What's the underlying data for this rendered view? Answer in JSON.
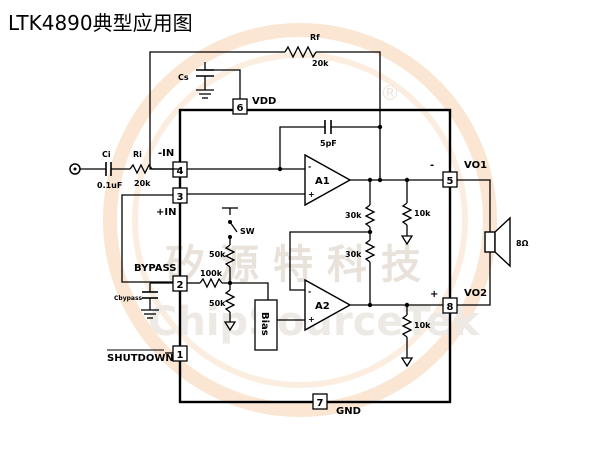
{
  "title": "LTK4890典型应用图",
  "watermark": {
    "cn": "矽源特科技",
    "en": "ChipSourceTek",
    "reg": "®",
    "color": "#f5d9bf"
  },
  "pins": {
    "p1": "1",
    "p2": "2",
    "p3": "3",
    "p4": "4",
    "p5": "5",
    "p6": "6",
    "p7": "7",
    "p8": "8"
  },
  "pin_labels": {
    "vdd": "VDD",
    "neg_in": "-IN",
    "pos_in": "+IN",
    "bypass": "BYPASS",
    "shutdown": "SHUTDOWN",
    "gnd": "GND",
    "vo1": "VO1",
    "vo2": "VO2"
  },
  "components": {
    "rf_label": "Rf",
    "rf_value": "20k",
    "cs_label": "Cs",
    "c5p": "5pF",
    "ci_label": "Ci",
    "ci_value": "0.1uF",
    "ri_label": "Ri",
    "ri_value": "20k",
    "r30k_top": "30k",
    "r30k_bot": "30k",
    "r10k_top": "10k",
    "r10k_bot": "10k",
    "sw": "SW",
    "r50k_top": "50k",
    "r50k_bot": "50k",
    "r100k": "100k",
    "cbypass_label": "Cbypass",
    "speaker": "8Ω",
    "a1": "A1",
    "a2": "A2",
    "bias": "Bias"
  },
  "signs": {
    "vo1": "-",
    "vo2": "+",
    "op_minus": "-",
    "op_plus": "+"
  }
}
